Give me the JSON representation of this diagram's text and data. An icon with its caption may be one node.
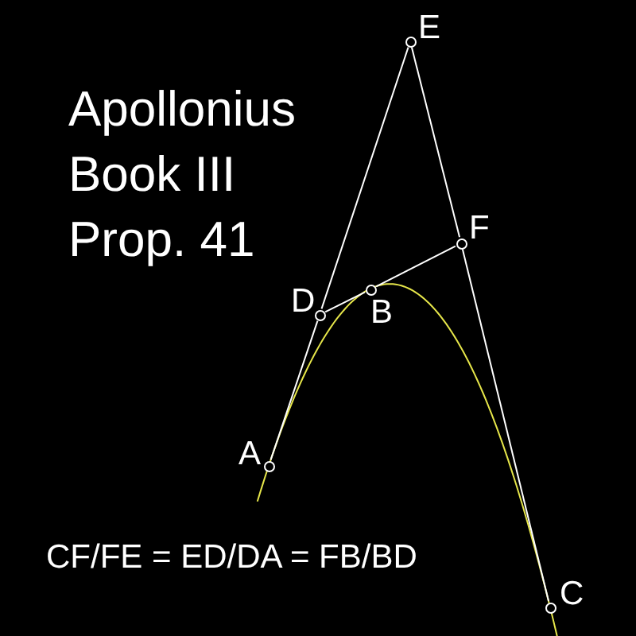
{
  "diagram": {
    "title": "Apollonius Book III Prop. 41",
    "nodes": [
      {
        "text": [
          "E"
        ]
      },
      {
        "text": [
          "F"
        ]
      },
      {
        "text": [
          "D"
        ]
      },
      {
        "text": [
          "B"
        ]
      },
      {
        "text": [
          "A"
        ]
      },
      {
        "text": [
          "C"
        ]
      }
    ],
    "edges": [
      {
        "from": 0,
        "to": 2,
        "arrow": "none"
      },
      {
        "from": 2,
        "to": 4,
        "arrow": "none"
      },
      {
        "from": 0,
        "to": 1,
        "arrow": "none"
      },
      {
        "from": 1,
        "to": 5,
        "arrow": "none"
      },
      {
        "from": 2,
        "to": 3,
        "arrow": "none"
      },
      {
        "from": 3,
        "to": 1,
        "arrow": "none"
      }
    ],
    "labels": [
      "CF/FE = ED/DA = FB/BD"
    ]
  }
}
